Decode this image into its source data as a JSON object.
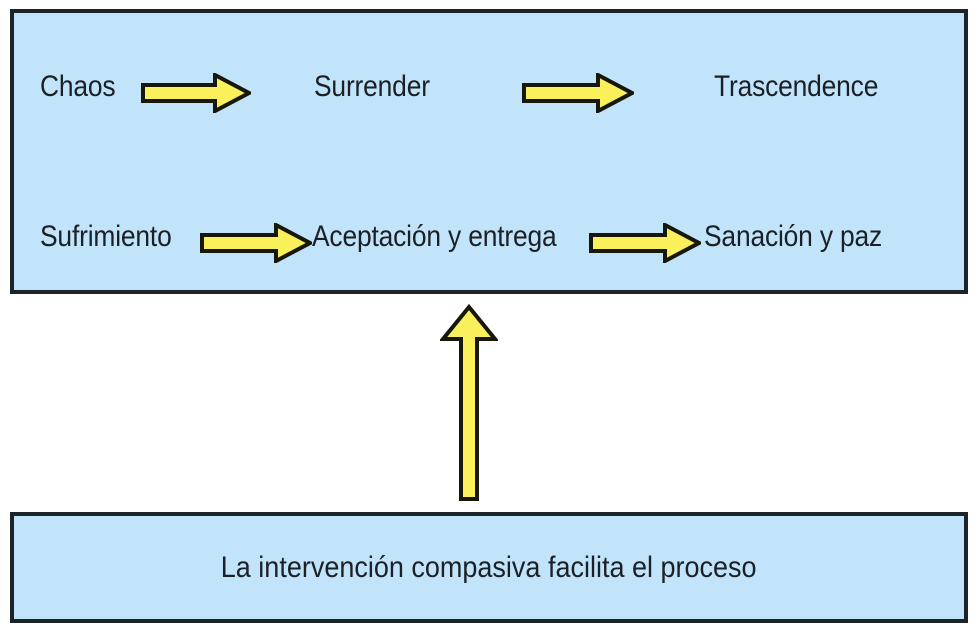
{
  "diagram": {
    "title_present": false,
    "colors": {
      "panel_fill": "#c2e4fa",
      "panel_border": "#1c2329",
      "arrow_fill": "#faf05c",
      "arrow_outline": "#1b1b10",
      "text": "#1b2026",
      "page_background": "#ffffff"
    },
    "top_panel": {
      "rows": [
        {
          "row_id": "english-flow",
          "language": "en",
          "nodes": [
            {
              "label": "Chaos"
            },
            {
              "label": "Surrender"
            },
            {
              "label": "Trascendence"
            }
          ],
          "connectors": [
            {
              "icon": "arrow-right-icon",
              "from": "Chaos",
              "to": "Surrender"
            },
            {
              "icon": "arrow-right-icon",
              "from": "Surrender",
              "to": "Trascendence"
            }
          ]
        },
        {
          "row_id": "spanish-flow",
          "language": "es",
          "nodes": [
            {
              "label": "Sufrimiento"
            },
            {
              "label": "Aceptación y entrega"
            },
            {
              "label": "Sanación y paz"
            }
          ],
          "connectors": [
            {
              "icon": "arrow-right-icon",
              "from": "Sufrimiento",
              "to": "Aceptación y entrega"
            },
            {
              "icon": "arrow-right-icon",
              "from": "Aceptación y entrega",
              "to": "Sanación y paz"
            }
          ]
        }
      ]
    },
    "vertical_connector": {
      "icon": "arrow-up-icon",
      "from": "bottom-panel",
      "to": "top-panel"
    },
    "bottom_panel": {
      "caption": "La intervención compasiva facilita el proceso"
    }
  }
}
